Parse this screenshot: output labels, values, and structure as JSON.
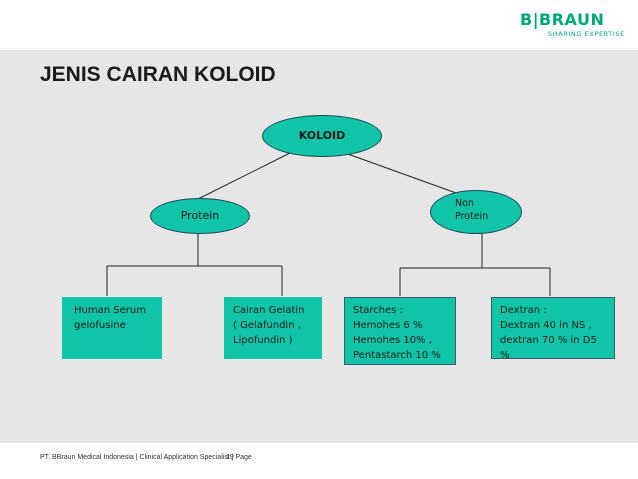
{
  "logo": {
    "main": "B|BRAUN",
    "tagline": "SHARING EXPERTISE"
  },
  "title": "JENIS CAIRAN KOLOID",
  "diagram": {
    "root": "KOLOID",
    "protein": "Protein",
    "non_protein": "Non\nProtein",
    "leaves": {
      "human_serum": "Human Serum\ngelofusine",
      "cairan_gelatin": "Cairan Gelatin\n( Gelafundin ,\nLipofundin )",
      "starches": "Starches :\nHemohes 6 %\nHemohes 10% ,\nPentastarch 10 %",
      "dextran": "Dextran :\nDextran 40 in NS ,\ndextran 70 % in D5 %"
    }
  },
  "footer": {
    "text": "PT. BBraun Medical Indonesia | Clinical Application Specialist | Page",
    "page_number": "19"
  },
  "colors": {
    "node_fill": "#10c4a8",
    "brand_green": "#00a97a",
    "background": "#e6e6e6"
  }
}
